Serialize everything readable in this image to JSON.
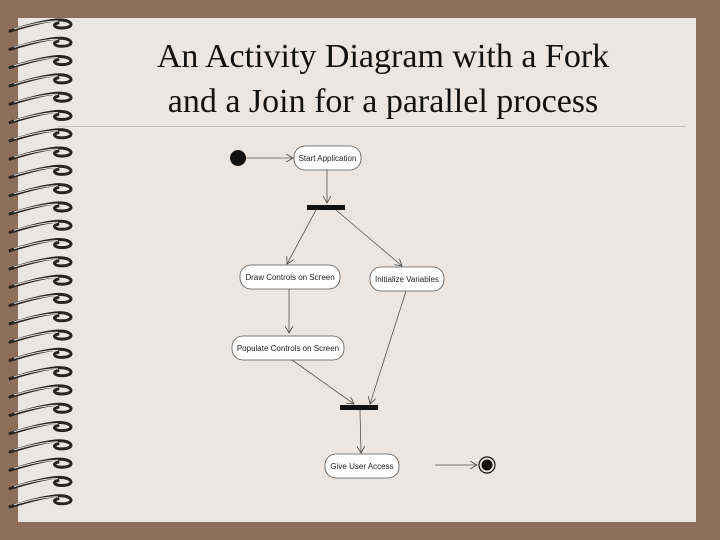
{
  "title": {
    "line1": "An Activity Diagram with a Fork",
    "line2": "and a Join for a parallel process"
  },
  "diagram": {
    "activities": {
      "start_application": "Start Application",
      "draw_controls": "Draw Controls on Screen",
      "initialize_variables": "Initialize Variables",
      "populate_controls": "Populate Controls on Screen",
      "give_user_access": "Give User Access"
    }
  }
}
